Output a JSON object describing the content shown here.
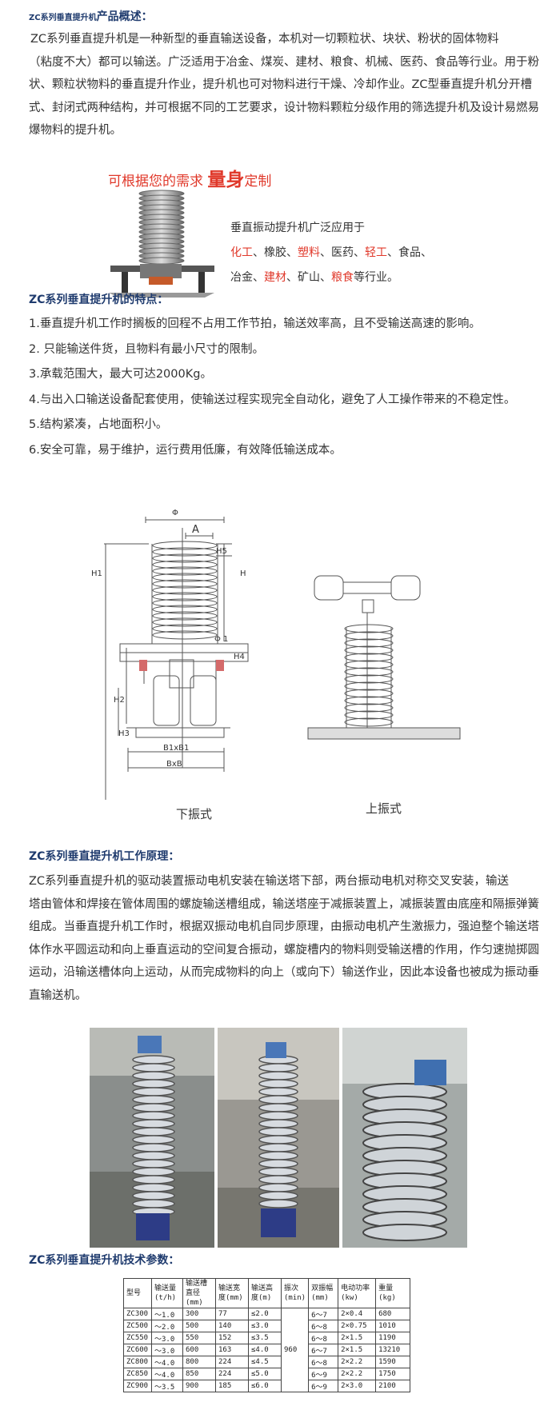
{
  "overview": {
    "heading_small": "ZC系列垂直提升机",
    "heading_big": "产品概述：",
    "paragraph_lines": [
      "ZC系列垂直提升机是一种新型的垂直输送设备，本机对一切颗粒状、块状、粉状的固体物料",
      "（粘度不大）都可以输送。广泛适用于冶金、煤炭、建材、粮食、机械、医药、食品等行业。用于粉",
      "状、颗粒状物料的垂直提升作业，提升机也可对物料进行干燥、冷却作业。ZC型垂直提升机分开槽",
      "式、封闭式两种结构，并可根据不同的工艺要求，设计物料颗粒分级作用的筛选提升机及设计易燃易",
      "爆物料的提升机。"
    ]
  },
  "banner": {
    "part1": "可根据您的需求",
    "part2": "量身",
    "part3": "定制"
  },
  "applications": {
    "intro": "垂直振动提升机广泛应用于",
    "line2": [
      {
        "text": "化工",
        "red": true
      },
      {
        "text": "、橡胶、",
        "red": false
      },
      {
        "text": "塑料",
        "red": true
      },
      {
        "text": "、医药、",
        "red": false
      },
      {
        "text": "轻工",
        "red": true
      },
      {
        "text": "、食品、",
        "red": false
      }
    ],
    "line3": [
      {
        "text": "冶金、",
        "red": false
      },
      {
        "text": "建材",
        "red": true
      },
      {
        "text": "、矿山、",
        "red": false
      },
      {
        "text": "粮食",
        "red": true
      },
      {
        "text": "等行业。",
        "red": false
      }
    ]
  },
  "features": {
    "heading": "ZC系列垂直提升机的特点：",
    "items": [
      "1.垂直提升机工作时搁板的回程不占用工作节拍，输送效率高，且不受输送高速的影响。",
      "2. 只能输送件货，且物料有最小尺寸的限制。",
      "3.承载范围大，最大可达2000Kg。",
      "4.与出入口输送设备配套使用，使输送过程实现完全自动化，避免了人工操作带来的不稳定性。",
      "5.结构紧凑，占地面积小。",
      "6.安全可靠，易于维护，运行费用低廉，有效降低输送成本。"
    ]
  },
  "diagram": {
    "labels": {
      "phi": "Φ",
      "a": "A",
      "h5": "H5",
      "h1": "H1",
      "h": "H",
      "phi1": "Φ 1",
      "h4": "H4",
      "h2": "H2",
      "h3": "H3",
      "b1": "B1xB1",
      "b": "BxB"
    },
    "caption_left": "下振式",
    "caption_right": "上振式"
  },
  "principle": {
    "heading": "ZC系列垂直提升机工作原理：",
    "paragraph_lines": [
      "ZC系列垂直提升机的驱动装置振动电机安装在输送塔下部，两台振动电机对称交叉安装，输送",
      "塔由管体和焊接在管体周围的螺旋输送槽组成，输送塔座于减振装置上，减振装置由底座和隔振弹簧",
      "组成。当垂直提升机工作时，根据双振动电机自同步原理，由振动电机产生激振力，强迫整个输送塔",
      "体作水平圆运动和向上垂直运动的空间复合振动，螺旋槽内的物料则受输送槽的作用，作匀速抛掷圆",
      "运动，沿输送槽体向上运动，从而完成物料的向上（或向下）输送作业，因此本设备也被成为振动垂",
      "直输送机。"
    ]
  },
  "specs": {
    "heading": "ZC系列垂直提升机技术参数：",
    "headers": [
      "型号",
      "输送量(t/h)",
      "输送槽直径(mm)",
      "输送宽度(mm)",
      "输送高度(m)",
      "振次(min)",
      "双振幅(mm)",
      "电动功率(kw)",
      "重量(kg)"
    ],
    "shared_vibration": "960",
    "rows": [
      [
        "ZC300",
        "～1.0",
        "300",
        "77",
        "≤2.0",
        "6～7",
        "2×0.4",
        "680"
      ],
      [
        "ZC500",
        "～2.0",
        "500",
        "140",
        "≤3.0",
        "6～8",
        "2×0.75",
        "1010"
      ],
      [
        "ZC550",
        "～3.0",
        "550",
        "152",
        "≤3.5",
        "6～8",
        "2×1.5",
        "1190"
      ],
      [
        "ZC600",
        "～3.0",
        "600",
        "163",
        "≤4.0",
        "6～7",
        "2×1.5",
        "13210"
      ],
      [
        "ZC800",
        "～4.0",
        "800",
        "224",
        "≤4.5",
        "6～8",
        "2×2.2",
        "1590"
      ],
      [
        "ZC850",
        "～4.0",
        "850",
        "224",
        "≤5.0",
        "6～9",
        "2×2.2",
        "1750"
      ],
      [
        "ZC900",
        "～3.5",
        "900",
        "185",
        "≤6.0",
        "6～9",
        "2×3.0",
        "2100"
      ]
    ]
  },
  "colors": {
    "heading": "#1f3b6e",
    "accent_red": "#e0382a",
    "text": "#333333"
  }
}
